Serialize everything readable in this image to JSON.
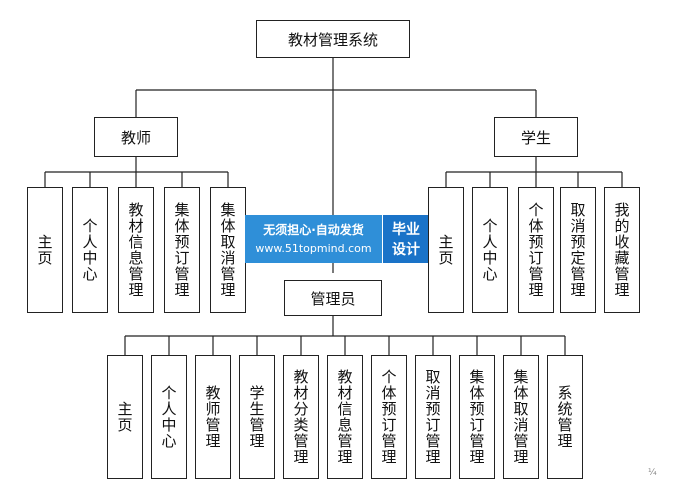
{
  "root": "教材管理系统",
  "teacher": {
    "label": "教师",
    "children": [
      "主页",
      "个人中心",
      "教材信息管理",
      "集体预订管理",
      "集体取消管理"
    ]
  },
  "student": {
    "label": "学生",
    "children": [
      "主页",
      "个人中心",
      "个体预订管理",
      "取消预定管理",
      "我的收藏管理"
    ]
  },
  "admin": {
    "label": "管理员",
    "children": [
      "主页",
      "个人中心",
      "教师管理",
      "学生管理",
      "教材分类管理",
      "教材信息管理",
      "个体预订管理",
      "取消预订管理",
      "集体预订管理",
      "集体取消管理",
      "系统管理"
    ]
  },
  "watermark": {
    "line1": "无须担心·自动发货",
    "line2": "www.51topmind.com",
    "badge1": "毕业",
    "badge2": "设计"
  },
  "corner_mark": "¼"
}
